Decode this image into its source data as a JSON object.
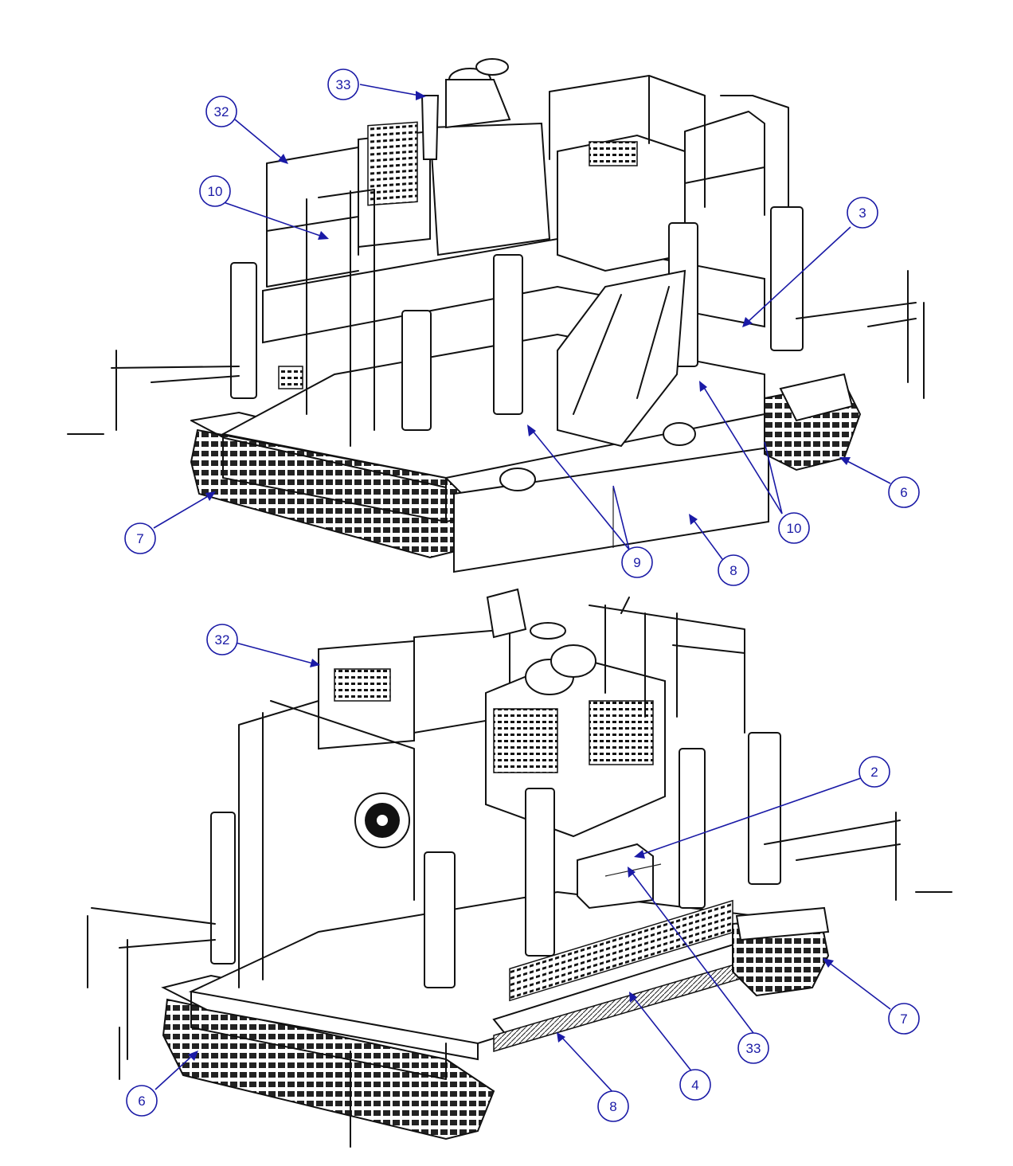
{
  "diagram": {
    "top_view": {
      "callouts": [
        "33",
        "32",
        "10",
        "3",
        "6",
        "7",
        "9",
        "8",
        "10"
      ]
    },
    "bottom_view": {
      "callouts": [
        "32",
        "2",
        "7",
        "33",
        "4",
        "8",
        "6"
      ]
    }
  },
  "colors": {
    "callout": "#1a1aa6",
    "line_art": "#111111",
    "background": "#ffffff"
  }
}
